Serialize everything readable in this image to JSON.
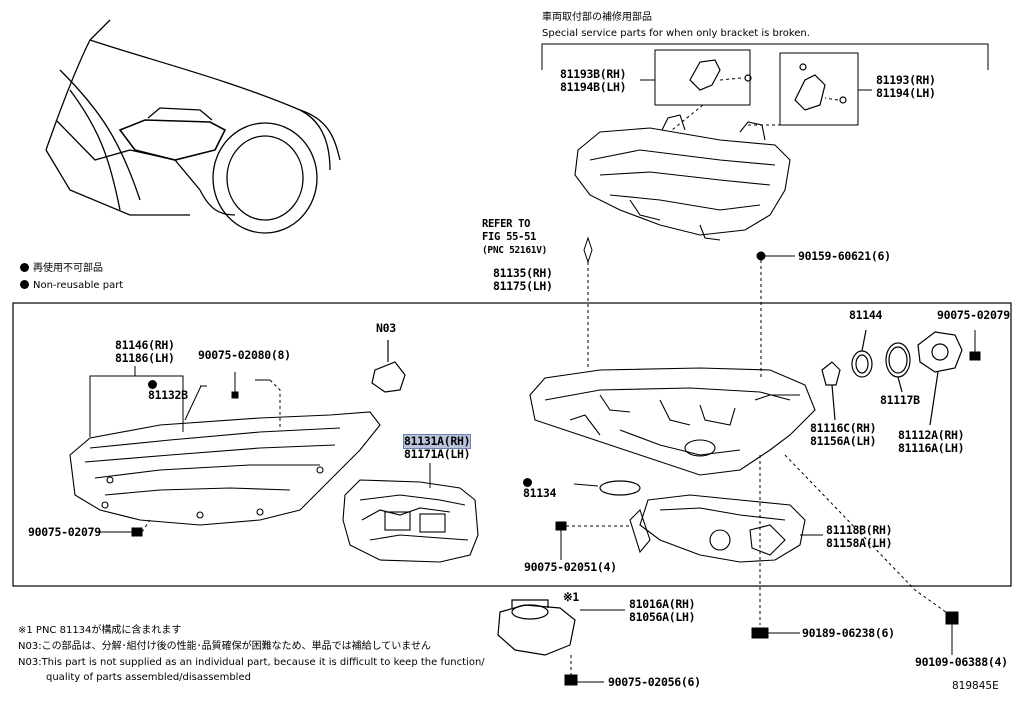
{
  "bracket_note": {
    "jp": "車両取付部の補修用部品",
    "en": "Special service parts for when only bracket is broken."
  },
  "legend": {
    "jp": "再使用不可部品",
    "en": "Non-reusable part"
  },
  "refer": {
    "line1": "REFER TO",
    "line2": "FIG 55-51",
    "line3": "(PNC 52161V)"
  },
  "labels": {
    "p81193b": [
      "81193B(RH)",
      "81194B(LH)"
    ],
    "p81193": [
      "81193(RH)",
      "81194(LH)"
    ],
    "p90159": "90159-60621(6)",
    "p81135": [
      "81135(RH)",
      "81175(LH)"
    ],
    "p81146": [
      "81146(RH)",
      "81186(LH)"
    ],
    "p90075_080": "90075-02080(8)",
    "pN03": "N03",
    "p81132b": "81132B",
    "p81131a_rh": "81131A(RH)",
    "p81131a_lh": "81171A(LH)",
    "p81134": "81134",
    "p90075_079_left": "90075-02079",
    "p81144": "81144",
    "p90075_079_right": "90075-02079",
    "p81117b": "81117B",
    "p81116c": [
      "81116C(RH)",
      "81156A(LH)"
    ],
    "p81112a": [
      "81112A(RH)",
      "81116A(LH)"
    ],
    "p81118b": [
      "81118B(RH)",
      "81158A(LH)"
    ],
    "p90075_051": "90075-02051(4)",
    "p81016a": [
      "81016A(RH)",
      "81056A(LH)"
    ],
    "mark1": "※1",
    "p90189": "90189-06238(6)",
    "p90109": "90109-06388(4)",
    "p90075_056": "90075-02056(6)"
  },
  "footnotes": {
    "note1": "※1 PNC 81134が構成に含まれます",
    "n03_jp": "N03:この部品は、分解･組付け後の性能･品質確保が困難なため、単品では補給していません",
    "n03_en1": "N03:This part is not supplied as an individual part, because it is difficult to keep the function/",
    "n03_en2": "quality of parts assembled/disassembled"
  },
  "figure_id": "819845E",
  "colors": {
    "highlight": "#b9c4dc",
    "line": "#000000"
  }
}
